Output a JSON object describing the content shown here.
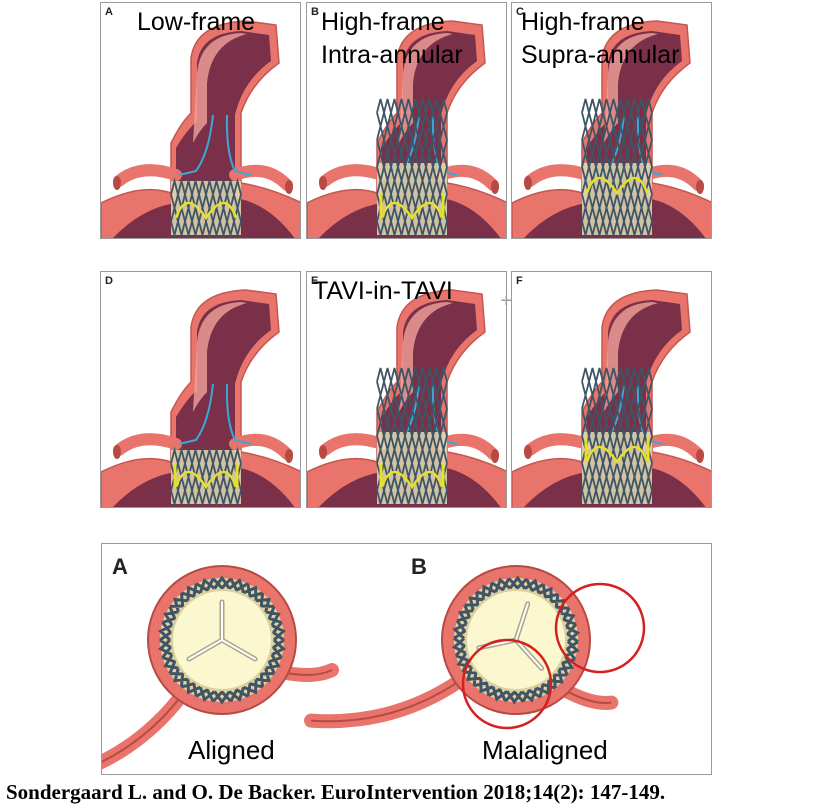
{
  "panels": [
    {
      "letter": "A",
      "title_lines": [
        "Low-frame"
      ],
      "valve": "low"
    },
    {
      "letter": "B",
      "title_lines": [
        "High-frame",
        "Intra-annular"
      ],
      "valve": "high-intra"
    },
    {
      "letter": "C",
      "title_lines": [
        "High-frame",
        "Supra-annular"
      ],
      "valve": "high-supra"
    },
    {
      "letter": "D",
      "title_lines": [],
      "valve": "low-in"
    },
    {
      "letter": "E",
      "title_lines": [
        "TAVI-in-TAVI"
      ],
      "valve": "high-in"
    },
    {
      "letter": "F",
      "title_lines": [],
      "valve": "high-in-supra"
    }
  ],
  "bottom_panel": {
    "items": [
      {
        "letter": "A",
        "label": "Aligned"
      },
      {
        "letter": "B",
        "label": "Malaligned"
      }
    ]
  },
  "citation": "Sondergaard L. and O. De Backer. EuroIntervention 2018;14(2): 147-149.",
  "colors": {
    "aorta_outer": "#e8746c",
    "aorta_inner": "#7a3048",
    "aorta_wall": "#f3a39a",
    "frame": "#3e5566",
    "leaflet": "#e0dcb4",
    "commissure": "#e6e02a",
    "coronary_line": "#3aa8d8",
    "highlight_ring": "#d42020"
  }
}
